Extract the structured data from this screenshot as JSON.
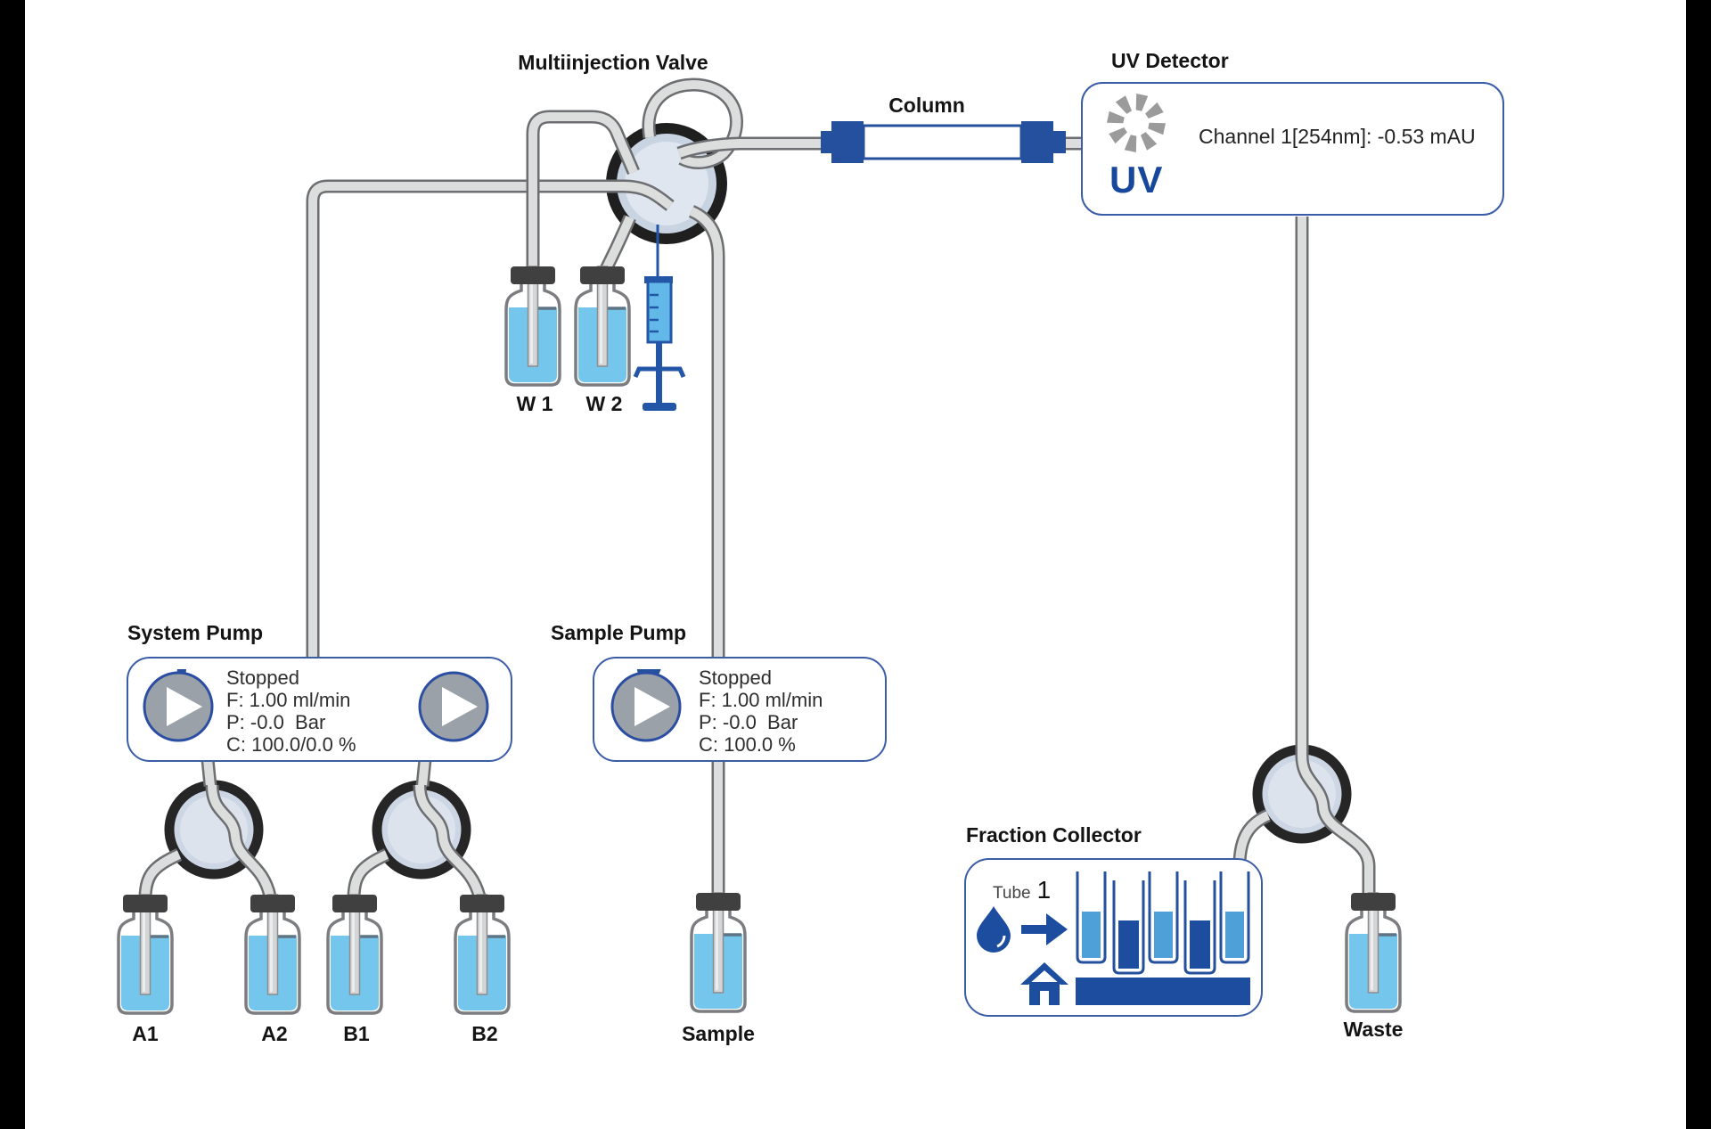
{
  "modules": {
    "multiinjection_valve": {
      "label": "Multiinjection Valve"
    },
    "column": {
      "label": "Column"
    },
    "uv_detector": {
      "label": "UV Detector",
      "logo": "UV",
      "channel_reading": "Channel 1[254nm]: -0.53 mAU"
    },
    "wash": {
      "w1_label": "W 1",
      "w2_label": "W 2"
    },
    "system_pump": {
      "label": "System Pump",
      "status": "Stopped",
      "flow": "F: 1.00 ml/min",
      "pressure": "P: -0.0  Bar",
      "gradient": "C: 100.0/0.0 %"
    },
    "sample_pump": {
      "label": "Sample Pump",
      "status": "Stopped",
      "flow": "F: 1.00 ml/min",
      "pressure": "P: -0.0  Bar",
      "gradient": "C: 100.0 %"
    },
    "buffers": {
      "a1_label": "A1",
      "a2_label": "A2",
      "b1_label": "B1",
      "b2_label": "B2"
    },
    "sample": {
      "label": "Sample"
    },
    "fraction_collector": {
      "label": "Fraction Collector",
      "tube_word": "Tube",
      "tube_number": "1"
    },
    "waste": {
      "label": "Waste"
    }
  },
  "colors": {
    "accent_blue": "#3a5da8",
    "dark_blue": "#1c4d9e",
    "light_blue": "#4da0d8",
    "liquid_blue": "#74c6ec",
    "tube_gray": "#dcdddd",
    "valve_ring": "#1f1f1f"
  }
}
